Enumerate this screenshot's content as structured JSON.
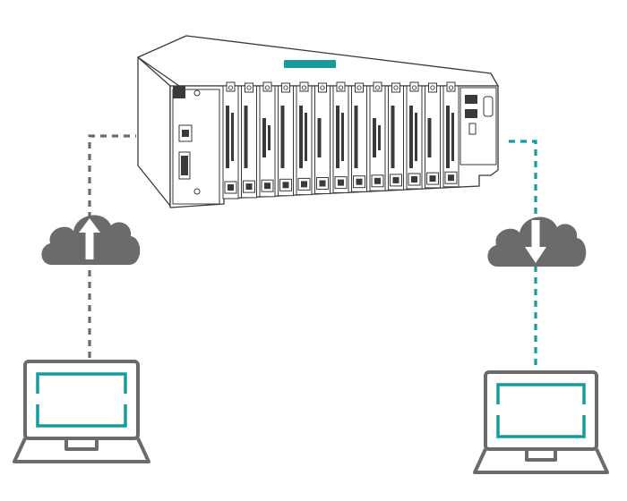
{
  "diagram": {
    "colors": {
      "gray": "#6b6b6b",
      "teal": "#1a9a9a",
      "outline": "#3a3a3a",
      "cloud": "#6b6b6b"
    },
    "nodes": [
      {
        "id": "chassis",
        "kind": "rack-mount-chassis",
        "icon": "network-chassis-icon"
      },
      {
        "id": "upload-cloud",
        "kind": "cloud",
        "icon": "cloud-upload-icon",
        "direction": "up"
      },
      {
        "id": "download-cloud",
        "kind": "cloud",
        "icon": "cloud-download-icon",
        "direction": "down"
      },
      {
        "id": "left-laptop",
        "kind": "laptop",
        "icon": "laptop-icon"
      },
      {
        "id": "right-laptop",
        "kind": "laptop",
        "icon": "laptop-icon"
      }
    ],
    "links": [
      {
        "from": "left-laptop",
        "to": "chassis",
        "via": "upload-cloud",
        "color": "gray",
        "style": "dashed"
      },
      {
        "from": "chassis",
        "to": "right-laptop",
        "via": "download-cloud",
        "color": "teal",
        "style": "dashed"
      }
    ],
    "chassis_card_slots": 13
  }
}
